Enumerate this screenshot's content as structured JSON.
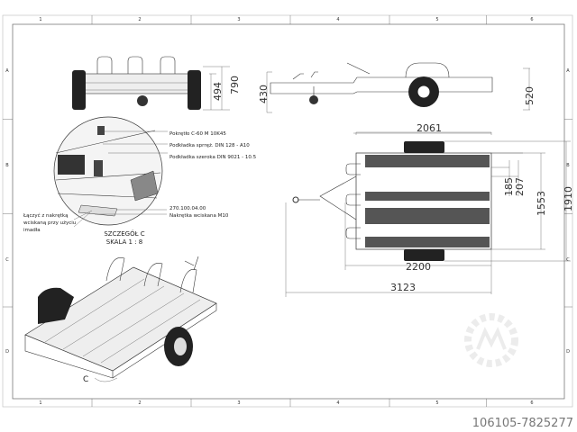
{
  "zones": {
    "columns": [
      "1",
      "2",
      "3",
      "4",
      "5",
      "6"
    ],
    "rows": [
      "A",
      "B",
      "C",
      "D"
    ]
  },
  "dimensions": {
    "front_height_inner": "494",
    "front_height_total": "790",
    "side_height_front": "430",
    "side_height_rear": "520",
    "top_length_bed": "2061",
    "top_rail_185": "185",
    "top_rail_207": "207",
    "top_width_bed": "1553",
    "top_width_total": "1910",
    "top_length_body": "2200",
    "top_length_total": "3123"
  },
  "callouts": {
    "handle": "Pokrętło C-60 M 10K45",
    "spring_washer": "Podkładka sprręż. DIN 128 - A10",
    "wide_washer": "Podkładka szeroka DIN 9021 - 10.5",
    "part_number": "270.100.04.00",
    "press_nut": "Nakrętka wciskana M10",
    "note": [
      "Łączyć z nakrętką",
      "wciskaną przy użyciu",
      "imadła"
    ],
    "detail_title": "SZCZEGÓŁ C",
    "detail_scale": "SKALA 1 : 8",
    "detail_marker": "C"
  },
  "watermark": "106105-7825277"
}
